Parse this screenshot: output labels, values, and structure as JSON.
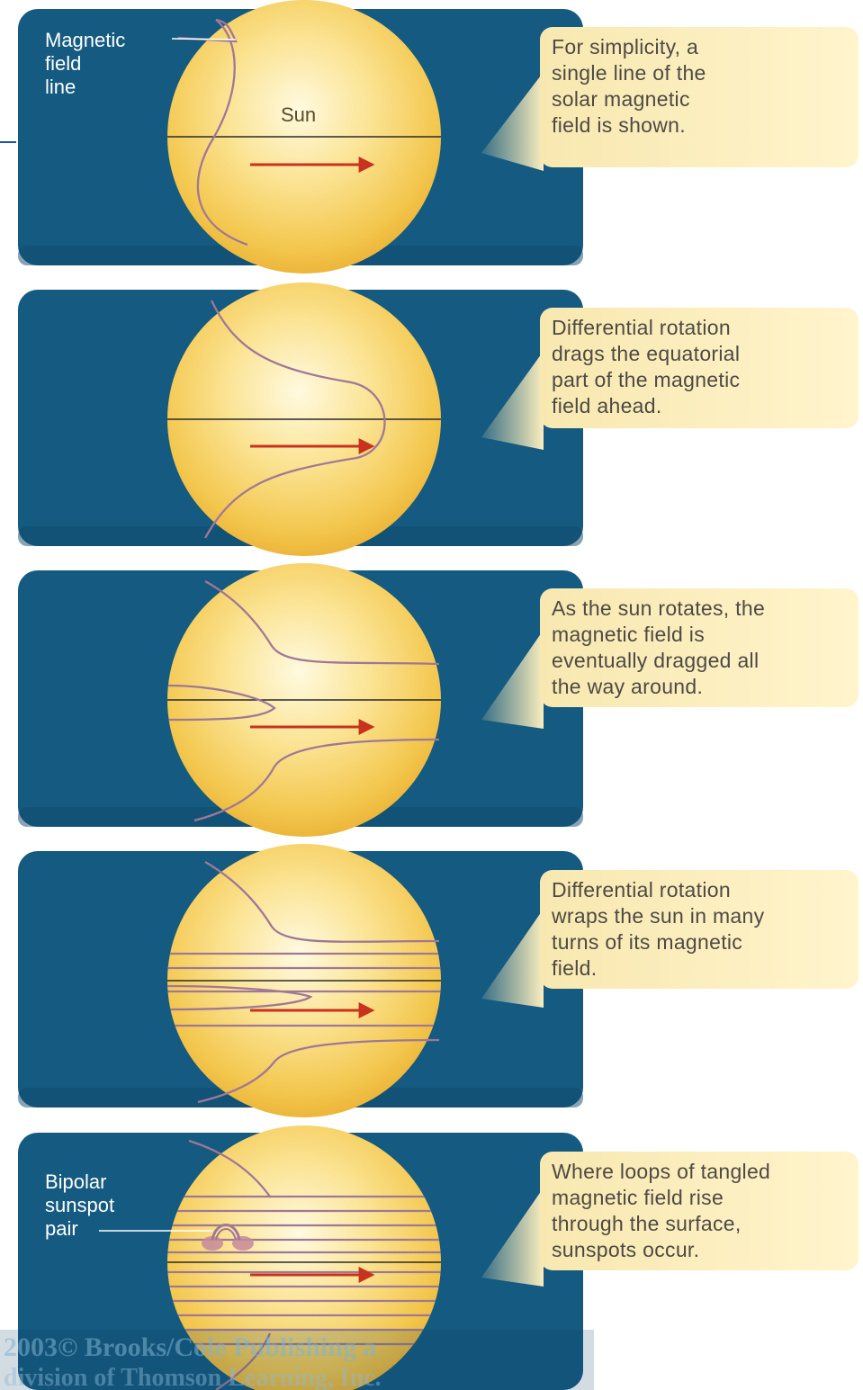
{
  "panels": [
    {
      "caption": [
        "For simplicity, a",
        "single line of the",
        "solar magnetic",
        "field is shown."
      ],
      "labels": {
        "field_line": [
          "Magnetic",
          "field",
          "line"
        ],
        "sun": "Sun"
      }
    },
    {
      "caption": [
        "Differential rotation",
        "drags the equatorial",
        "part of the magnetic",
        "field ahead."
      ]
    },
    {
      "caption": [
        "As the sun rotates, the",
        "magnetic field is",
        "eventually dragged all",
        "the way around."
      ]
    },
    {
      "caption": [
        "Differential rotation",
        "wraps the sun in many",
        "turns of its magnetic",
        "field."
      ]
    },
    {
      "caption": [
        "Where loops of tangled",
        "magnetic field rise",
        "through the surface,",
        "sunspots occur."
      ],
      "labels": {
        "sunspot": [
          "Bipolar",
          "sunspot",
          "pair"
        ]
      }
    }
  ],
  "watermark": [
    "2003© Brooks/Cole Publishing a",
    "division of Thomson Learning, Inc."
  ],
  "colors": {
    "panel_bg": "#155a80",
    "sun_core": "#fff6d0",
    "sun_edge": "#f2c145",
    "field_line": "#a07896",
    "rotation_arrow": "#c8321e",
    "caption_bg": "#fdf0c0",
    "accent_line": "#1f4fb0"
  }
}
